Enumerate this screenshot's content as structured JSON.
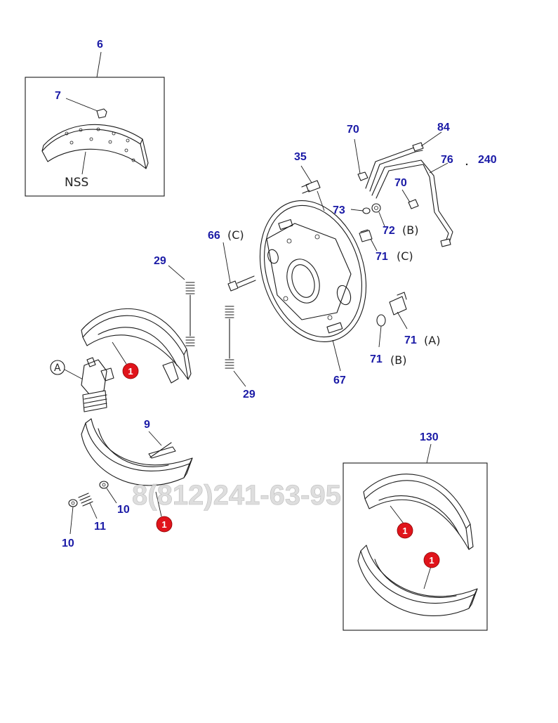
{
  "colors": {
    "callout": "#1a1aa6",
    "marker": "#e0141b",
    "line": "#1a1a1a"
  },
  "watermark": "8(812)241-63-95",
  "inset_note": "NSS",
  "ref_letter_a": "A",
  "callouts": {
    "c6": "6",
    "c7": "7",
    "c35": "35",
    "c70a": "70",
    "c84": "84",
    "c76": "76",
    "c240": "240",
    "c70b": "70",
    "c73": "73",
    "c72": "72",
    "c72_suffix": "(B)",
    "c66": "66",
    "c66_suffix": "(C)",
    "c71c": "71",
    "c71c_suffix": "(C)",
    "c29a": "29",
    "c29b": "29",
    "c71a": "71",
    "c71a_suffix": "(A)",
    "c71b": "71",
    "c71b_suffix": "(B)",
    "c67": "67",
    "c9": "9",
    "c130": "130",
    "c10a": "10",
    "c11": "11",
    "c10b": "10"
  },
  "markers": {
    "m1": "1",
    "m2": "1",
    "m3": "1",
    "m4": "1"
  }
}
